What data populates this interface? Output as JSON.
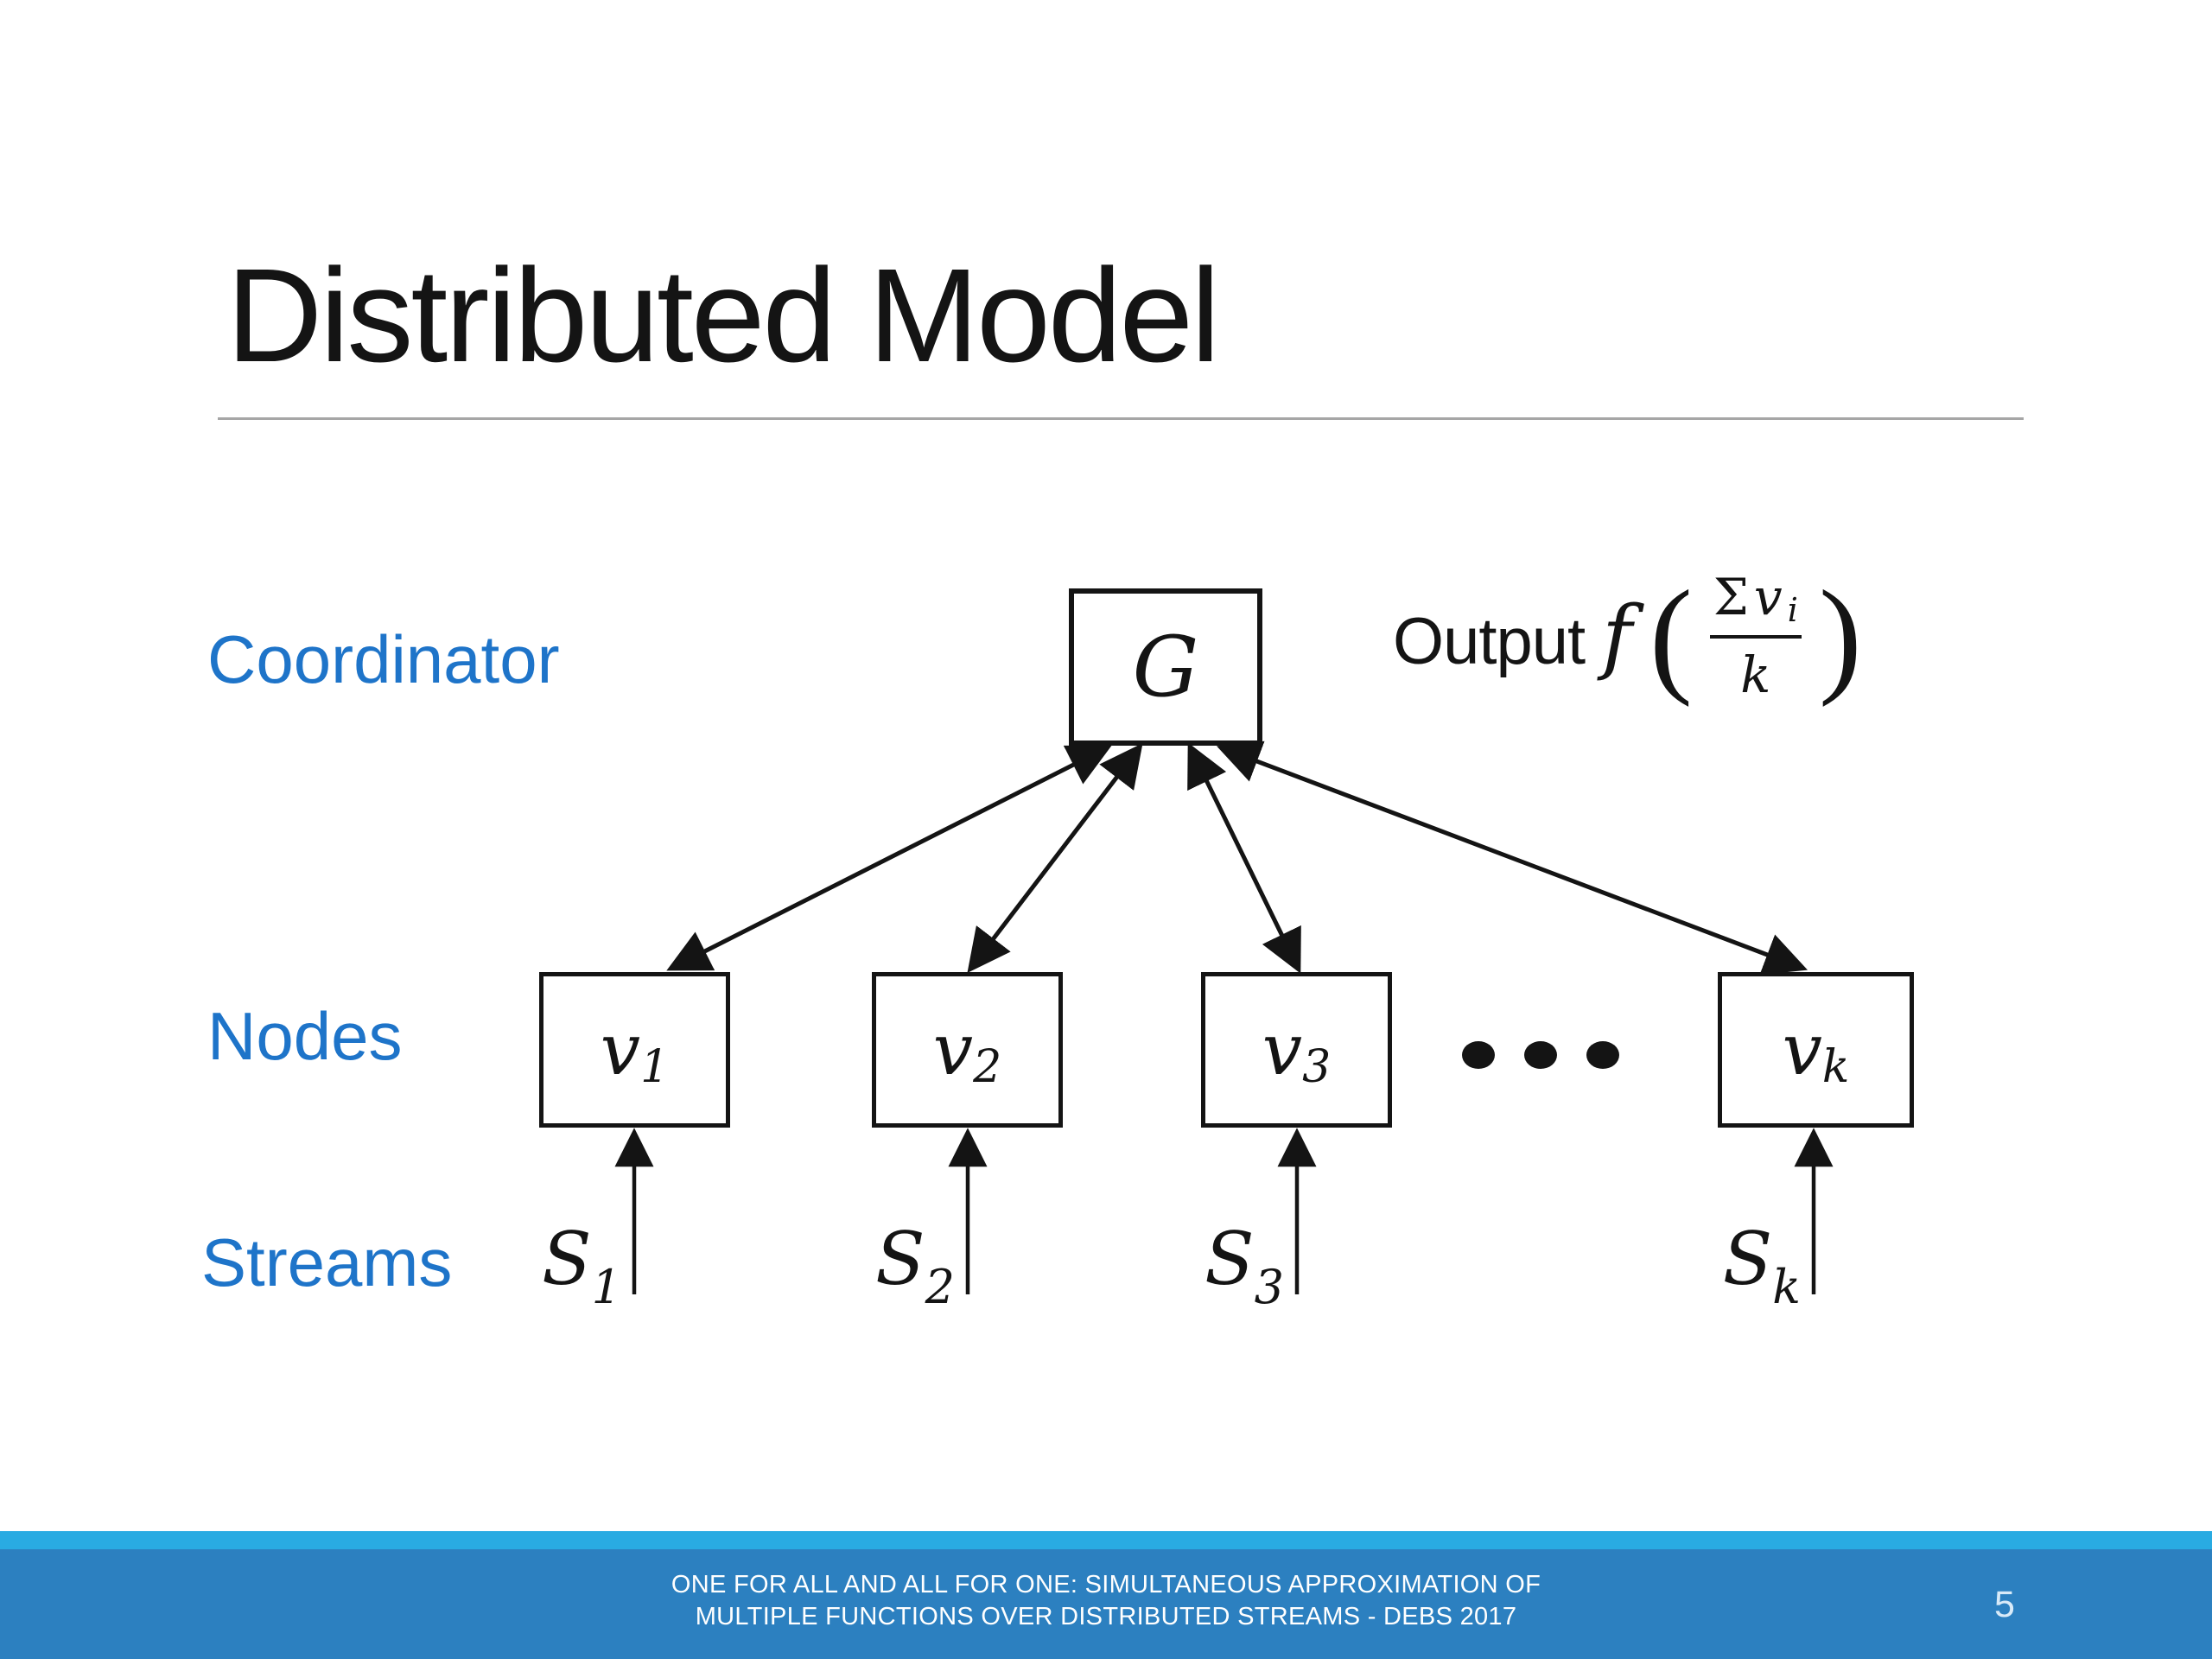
{
  "slide": {
    "title": "Distributed Model"
  },
  "labels": {
    "coordinator": "Coordinator",
    "nodes": "Nodes",
    "streams": "Streams"
  },
  "coordinator": {
    "label": "G"
  },
  "formula": {
    "prefix": "Output",
    "function": "f",
    "open_paren": "(",
    "close_paren": ")",
    "sigma": "Σ",
    "numerator_var": "v",
    "numerator_sub": "i",
    "denominator": "k"
  },
  "nodes": [
    {
      "base": "v",
      "sub": "1"
    },
    {
      "base": "v",
      "sub": "2"
    },
    {
      "base": "v",
      "sub": "3"
    },
    {
      "base": "v",
      "sub": "k"
    }
  ],
  "streams": [
    {
      "base": "S",
      "sub": "1"
    },
    {
      "base": "S",
      "sub": "2"
    },
    {
      "base": "S",
      "sub": "3"
    },
    {
      "base": "S",
      "sub": "k"
    }
  ],
  "footer": {
    "line1": "ONE FOR ALL AND ALL FOR ONE: SIMULTANEOUS APPROXIMATION OF",
    "line2": "MULTIPLE FUNCTIONS OVER DISTRIBUTED STREAMS - DEBS 2017",
    "page_number": "5"
  },
  "colors": {
    "accent_blue": "#1E74C9",
    "footer_band": "#29ABE2",
    "footer_main": "#2C80C0",
    "underline_gray": "#A6A6A6",
    "ink": "#141414"
  }
}
